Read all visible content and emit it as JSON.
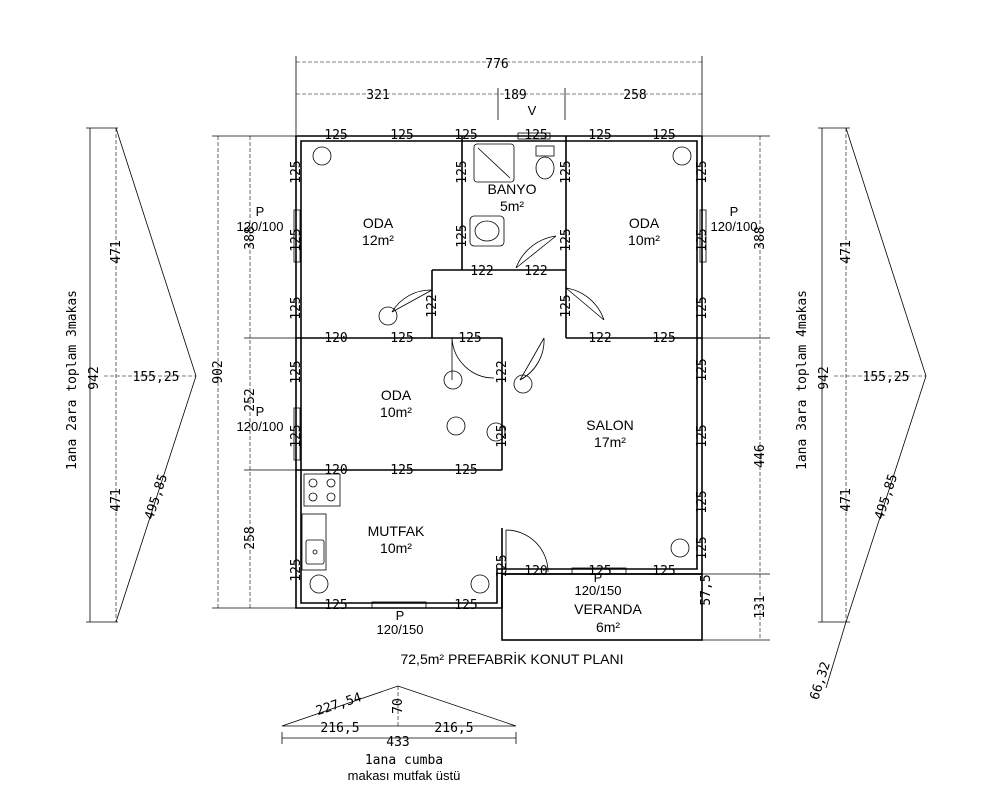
{
  "title": "72,5m² PREFABRİK KONUT PLANI",
  "rooms": {
    "oda_nw": {
      "name": "ODA",
      "area": "12m²"
    },
    "banyo": {
      "name": "BANYO",
      "area": "5m²"
    },
    "oda_ne": {
      "name": "ODA",
      "area": "10m²"
    },
    "oda_mid": {
      "name": "ODA",
      "area": "10m²"
    },
    "salon": {
      "name": "SALON",
      "area": "17m²"
    },
    "mutfak": {
      "name": "MUTFAK",
      "area": "10m²"
    },
    "veranda": {
      "name": "VERANDA",
      "area": "6m²"
    }
  },
  "windows": {
    "p": "P",
    "size_100": "120/100",
    "size_150": "120/150"
  },
  "dims": {
    "total_width": "776",
    "w_left": "321",
    "w_mid": "189",
    "w_right": "258",
    "panel": "125",
    "p120": "120",
    "p122": "122",
    "h_left_top": "388",
    "h_left_mid": "252",
    "h_left_bot": "258",
    "h_total": "902",
    "h_right_top": "388",
    "h_right_mid": "446",
    "h_right_bot": "131",
    "h_575": "57,5",
    "v_marker": "V"
  },
  "trusses": {
    "left_label": "1ana 2ara toplam 3makas",
    "right_label": "1ana 3ara toplam 4makas",
    "span": "942",
    "half": "471",
    "rise": "155,25",
    "rafter": "495,85",
    "overhang": "66,32"
  },
  "cumba": {
    "rafter": "227,54",
    "rise": "70",
    "half": "216,5",
    "span": "433",
    "label1": "1ana cumba",
    "label2": "makası mutfak üstü"
  }
}
